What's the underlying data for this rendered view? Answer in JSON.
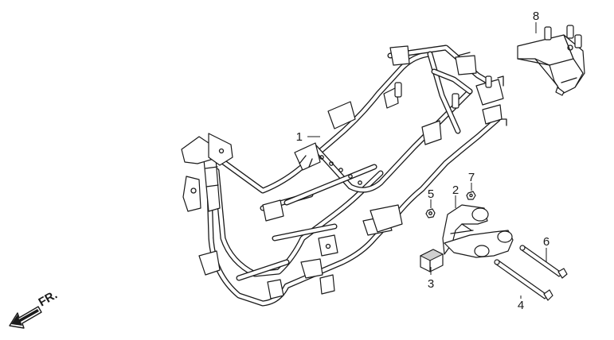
{
  "direction_label": "FR.",
  "callouts": [
    {
      "id": "1",
      "label": "1"
    },
    {
      "id": "2",
      "label": "2"
    },
    {
      "id": "3",
      "label": "3"
    },
    {
      "id": "4",
      "label": "4"
    },
    {
      "id": "5",
      "label": "5"
    },
    {
      "id": "6",
      "label": "6"
    },
    {
      "id": "7",
      "label": "7"
    },
    {
      "id": "8",
      "label": "8"
    }
  ]
}
